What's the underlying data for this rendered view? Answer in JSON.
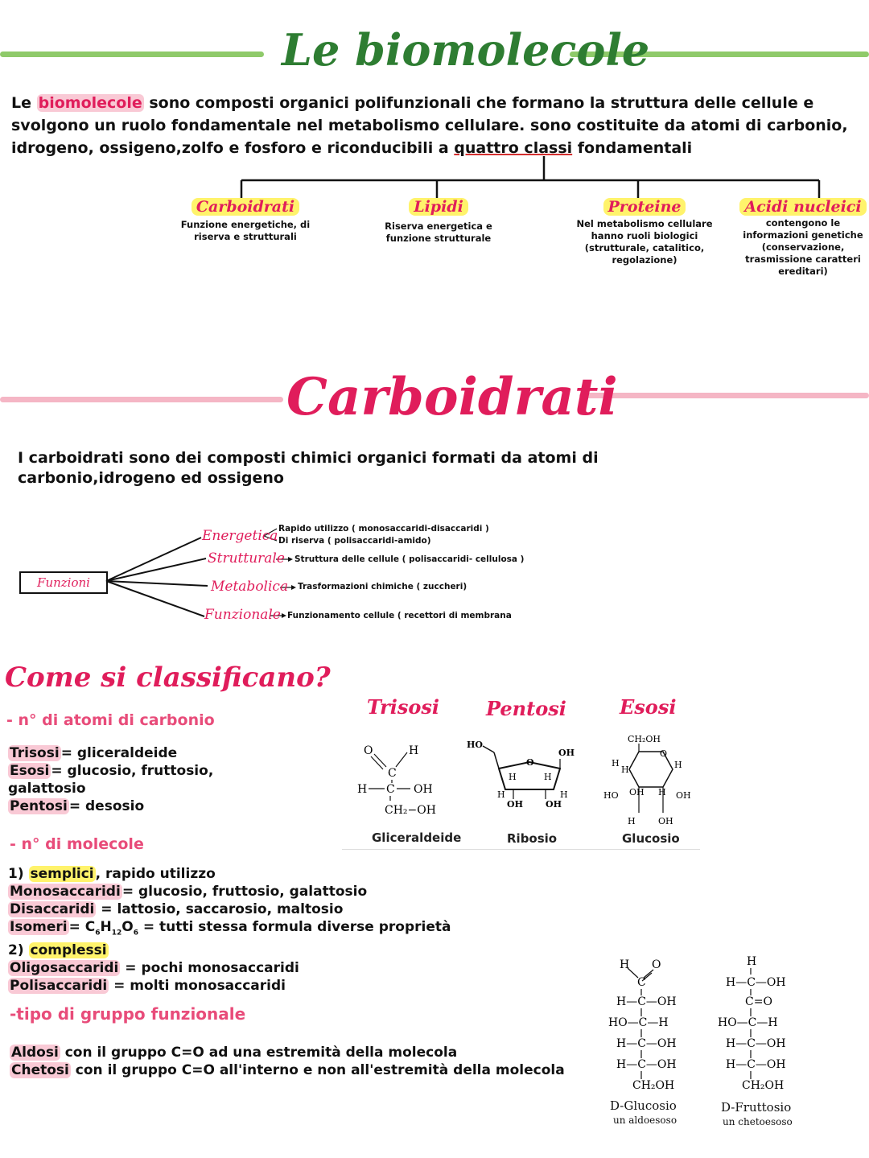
{
  "biomolecole": {
    "title": "Le biomolecole",
    "intro_hl": "biomolecole",
    "intro_pre": "Le ",
    "intro_post": " sono composti organici polifunzionali che formano la struttura delle cellule e svolgono un ruolo fondamentale nel metabolismo cellulare. sono costituite da atomi di carbonio, idrogeno, ossigeno,zolfo e fosforo e riconducibili a ",
    "intro_under": "quattro classi",
    "intro_end": " fondamentali",
    "classes": [
      {
        "name": "Carboidrati",
        "desc": "Funzione energetiche, di riserva e strutturali"
      },
      {
        "name": "Lipidi",
        "desc": "Riserva energetica e funzione strutturale"
      },
      {
        "name": "Proteine",
        "desc": "Nel metabolismo cellulare hanno ruoli biologici (strutturale, catalitico, regolazione)"
      },
      {
        "name": "Acidi nucleici",
        "desc": "contengono le informazioni genetiche (conservazione, trasmissione caratteri ereditari)"
      }
    ]
  },
  "carboidrati": {
    "title": "Carboidrati",
    "intro": "I carboidrati sono dei composti chimici organici formati da atomi di carbonio,idrogeno ed ossigeno",
    "funzioni_label": "Funzioni",
    "energetica": "Energetica",
    "energetica_a": "Rapido utilizzo ( monosaccaridi-disaccaridi )",
    "energetica_b": "Di riserva ( polisaccaridi-amido)",
    "strutturale": "Strutturale",
    "strutturale_d": "Struttura delle cellule ( polisaccaridi- cellulosa )",
    "metabolica": "Metabolica",
    "metabolica_d": "Trasformazioni chimiche ( zuccheri)",
    "funzionale": "Funzionale",
    "funzionale_d": "Funzionamento cellule ( recettori di membrana"
  },
  "classificazione": {
    "title": "Come si classificano?",
    "sec1": "- n° di atomi di carbonio",
    "l1": [
      {
        "k": "Trisosi",
        "v": "= gliceraldeide"
      },
      {
        "k": "Esosi",
        "v": "= glucosio, fruttosio,"
      },
      {
        "k": "",
        "v": "galattosio"
      },
      {
        "k": "Pentosi",
        "v": "= desosio"
      }
    ],
    "sec2": "- n° di molecole",
    "semplici_pre": "1) ",
    "semplici": "semplici",
    "semplici_post": ", rapido utilizzo",
    "mono_k": "Monosaccaridi",
    "mono_v": "= glucosio, fruttosio, galattosio",
    "di_k": "Disaccaridi",
    "di_v": " = lattosio, saccarosio, maltosio",
    "iso_k": "Isomeri",
    "iso_v1": "= C",
    "iso_s1": "6",
    "iso_v2": "H",
    "iso_s2": "12",
    "iso_v3": "O",
    "iso_s3": "6",
    "iso_v4": " = tutti stessa formula diverse proprietà",
    "complessi_pre": "2) ",
    "complessi": "complessi",
    "oligo_k": "Oligosaccaridi",
    "oligo_v": " = pochi monosaccaridi",
    "poli_k": "Polisaccaridi",
    "poli_v": " = molti monosaccaridi",
    "sec3": "-tipo di gruppo funzionale",
    "aldosi_k": "Aldosi",
    "aldosi_v": " con il gruppo C=O ad una estremità della molecola",
    "chetosi_k": "Chetosi",
    "chetosi_v": " con il gruppo C=O all'interno e non all'estremità della molecola"
  },
  "sugars": {
    "trisosi": "Trisosi",
    "pentosi": "Pentosi",
    "esosi": "Esosi",
    "glicer": "Gliceraldeide",
    "ribosio": "Ribosio",
    "glucosio": "Glucosio",
    "dglucosio": "D-Glucosio",
    "aldoesoso": "un aldoesoso",
    "dfruttosio": "D-Fruttosio",
    "chetoesoso": "un chetoesoso"
  }
}
